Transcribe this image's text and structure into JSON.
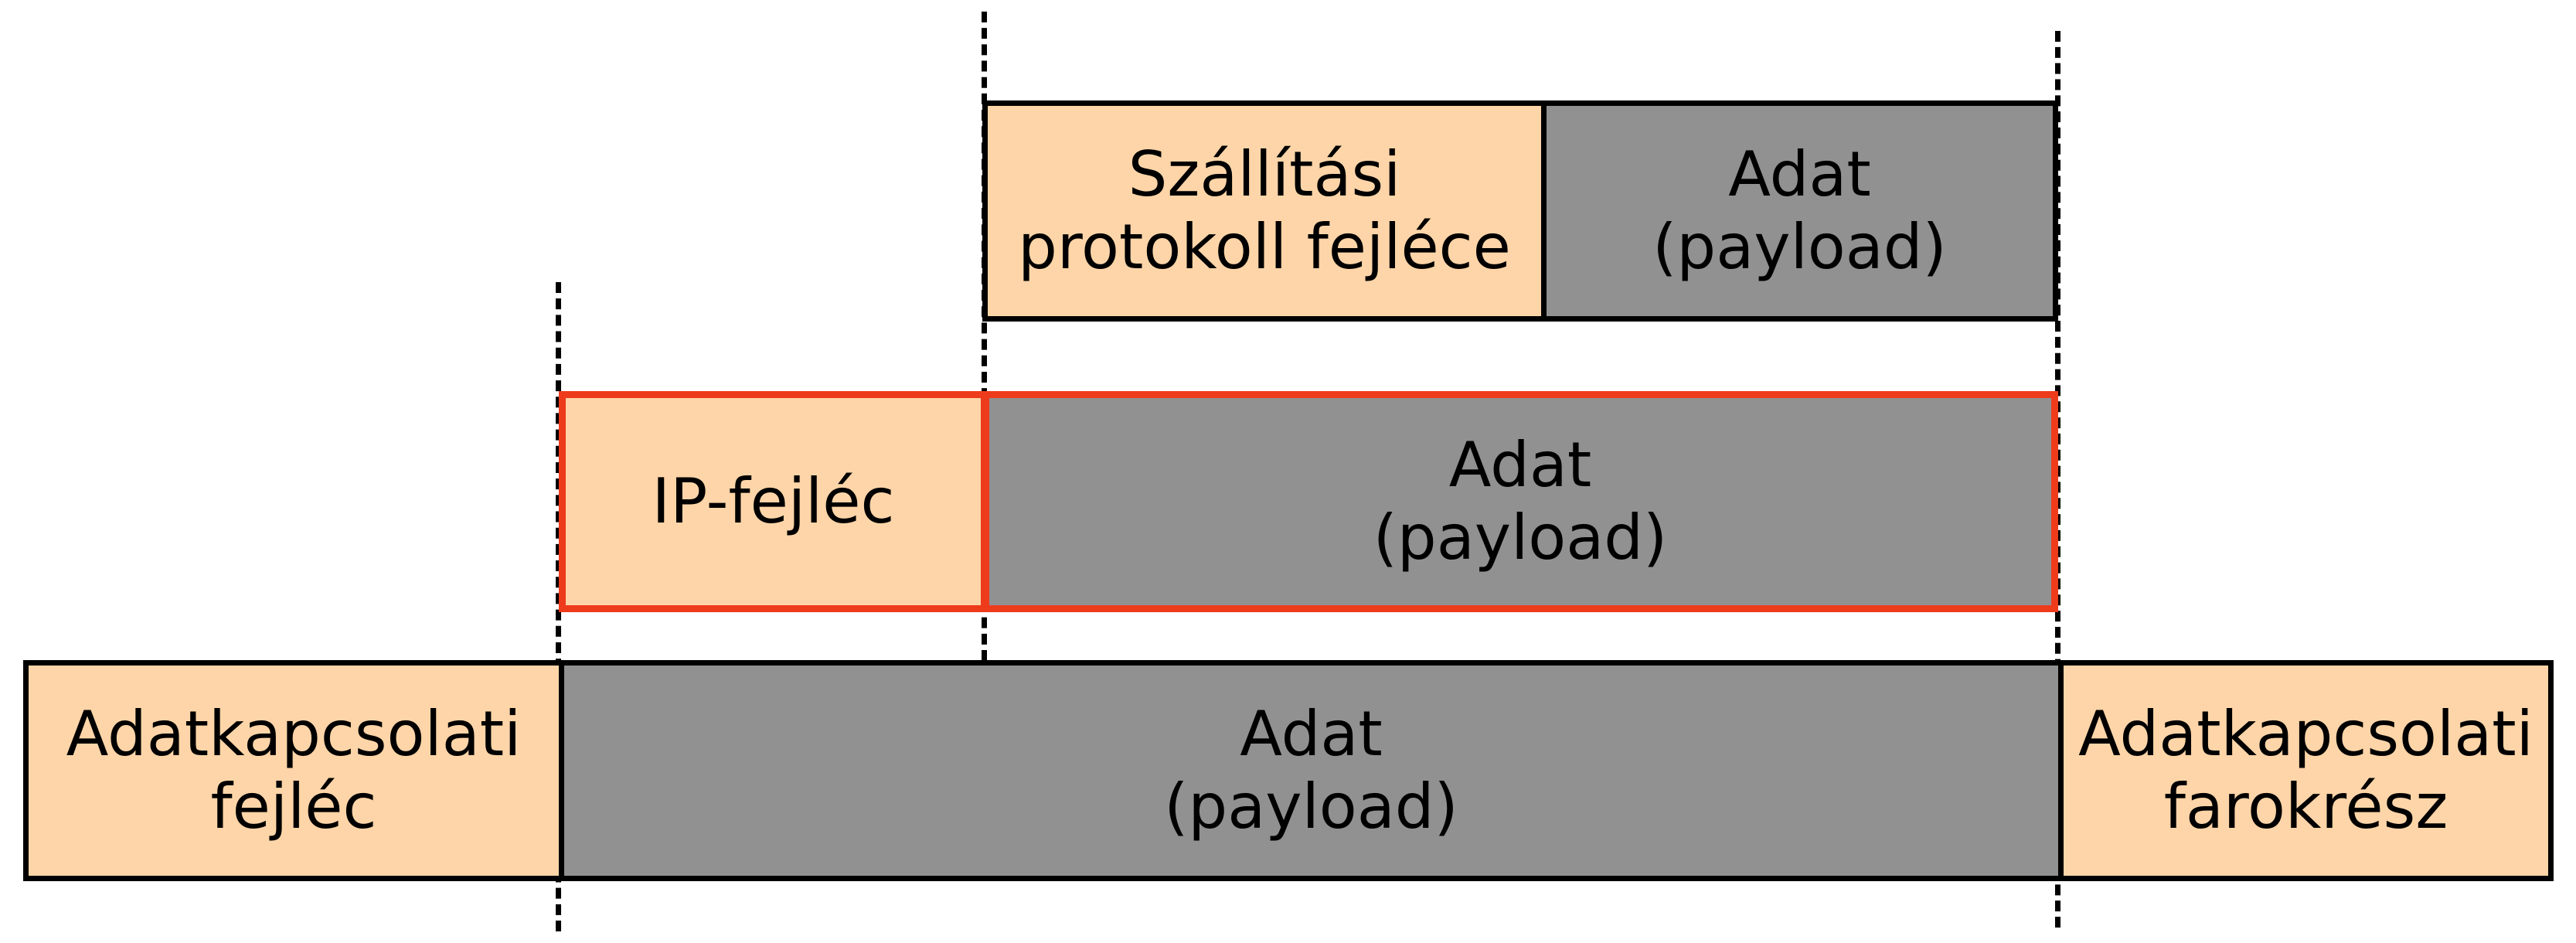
{
  "transport_segment": {
    "header_lines": [
      "Szállítási",
      "protokoll fejléce"
    ],
    "payload_lines": [
      "Adat",
      "(payload)"
    ]
  },
  "ip_packet": {
    "header_lines": [
      "IP-fejléc"
    ],
    "payload_lines": [
      "Adat",
      "(payload)"
    ],
    "highlight_color": "#ee3b1c"
  },
  "frame": {
    "header_lines": [
      "Adatkapcsolati",
      "fejléc"
    ],
    "payload_lines": [
      "Adat",
      "(payload)"
    ],
    "trailer_lines": [
      "Adatkapcsolati",
      "farokrész"
    ]
  },
  "colors": {
    "header_fill": "#fed5a8",
    "payload_fill": "#919191",
    "outline": "#000000"
  }
}
